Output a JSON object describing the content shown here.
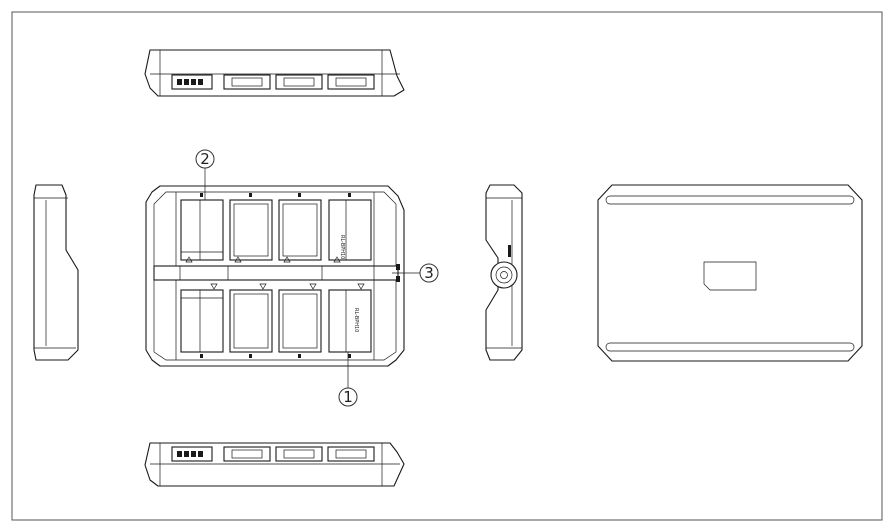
{
  "callouts": [
    {
      "id": "callout-1",
      "label": "1"
    },
    {
      "id": "callout-2",
      "label": "2"
    },
    {
      "id": "callout-3",
      "label": "3"
    }
  ],
  "colors": {
    "line": "#1a1a1a",
    "frame": "#555555",
    "background": "#ffffff"
  }
}
